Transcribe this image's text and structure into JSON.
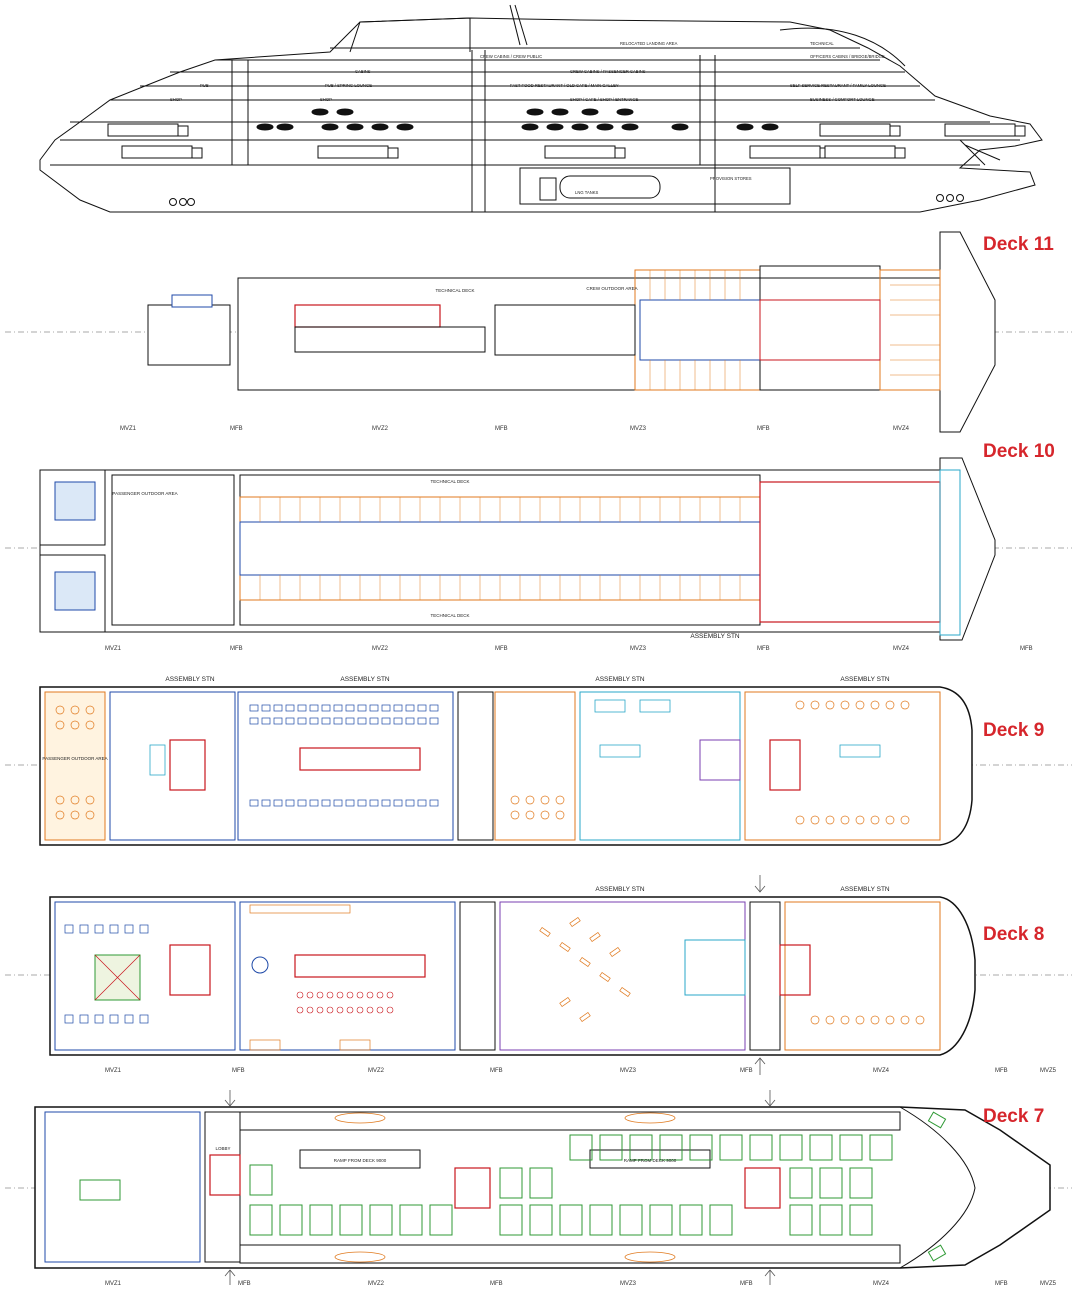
{
  "decks": {
    "d11": "Deck 11",
    "d10": "Deck 10",
    "d9": "Deck 9",
    "d8": "Deck 8",
    "d7": "Deck 7"
  },
  "zones": {
    "mvz1": "MVZ1",
    "mfb": "MFB",
    "mvz2": "MVZ2",
    "mvz3": "MVZ3",
    "mvz4": "MVZ4",
    "mvz5": "MVZ5"
  },
  "labels": {
    "assembly": "ASSEMBLY STN",
    "technical_deck": "TECHNICAL DECK",
    "crew_outdoor": "CREW OUTDOOR AREA",
    "passenger_outdoor": "PASSENGER OUTDOOR AREA",
    "lng_tanks": "LNG TANKS",
    "provision_stores": "PROVISION STORES",
    "ramp_from_deck": "RAMP FROM DECK 9000",
    "lobby": "LOBBY"
  },
  "profile": {
    "relocated_lifeboat_area": "RELOCATED LANDING AREA",
    "technical": "TECHNICAL",
    "crew_cabins_public": "CREW CABINS / CREW PUBLIC",
    "officer_cabins": "OFFICERS CABINS / BRIDGE/BRIDGE",
    "cabins": "CABINS",
    "crew_passenger_cabins": "CREW CABINS / PASSENGER CABINS",
    "pub": "PUB",
    "pub_spring_lounge": "PUB / SPRING LOUNGE",
    "fast_food": "FAST FOOD RESTAURANT / OLD CAFE / MAIN GALLEY",
    "self_service": "SELF SERVICE RESTAURANT / FAMILY LOUNGE",
    "shop": "SHOP",
    "shop_cafe": "SHOP / CAFE / SHOP / ENTRANCE",
    "business_lounge": "BUSINESS / COMFORT LOUNGE"
  }
}
